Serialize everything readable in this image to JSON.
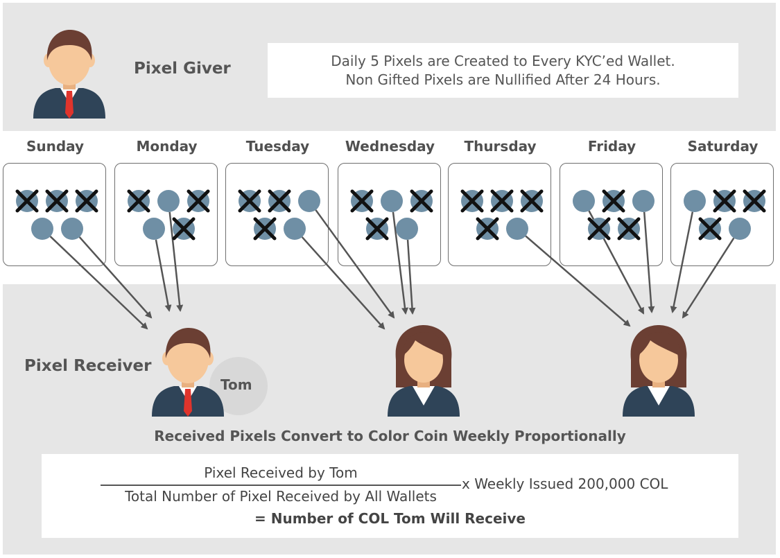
{
  "giver_label": "Pixel Giver",
  "receiver_label": "Pixel Receiver",
  "info": {
    "line1": "Daily 5 Pixels are Created to Every KYC’ed Wallet.",
    "line2": "Non Gifted Pixels are Nullified After 24 Hours."
  },
  "days": [
    {
      "name": "Sunday",
      "pixels": [
        "gifted-out",
        "gifted-out",
        "gifted-out",
        "kept",
        "kept"
      ]
    },
    {
      "name": "Monday",
      "pixels": [
        "gifted-out",
        "kept",
        "gifted-out",
        "kept",
        "gifted-out"
      ]
    },
    {
      "name": "Tuesday",
      "pixels": [
        "gifted-out",
        "gifted-out",
        "kept",
        "gifted-out",
        "kept"
      ]
    },
    {
      "name": "Wednesday",
      "pixels": [
        "gifted-out",
        "kept",
        "gifted-out",
        "gifted-out",
        "kept"
      ]
    },
    {
      "name": "Thursday",
      "pixels": [
        "gifted-out",
        "gifted-out",
        "gifted-out",
        "gifted-out",
        "kept"
      ]
    },
    {
      "name": "Friday",
      "pixels": [
        "kept",
        "gifted-out",
        "kept",
        "gifted-out",
        "gifted-out"
      ]
    },
    {
      "name": "Saturday",
      "pixels": [
        "kept",
        "gifted-out",
        "gifted-out",
        "gifted-out",
        "kept"
      ]
    }
  ],
  "receiver_name": "Tom",
  "convert_text": "Received Pixels Convert to Color Coin Weekly Proportionally",
  "formula": {
    "numerator": "Pixel Received by Tom",
    "denominator": "Total Number of Pixel Received by All Wallets",
    "multiplier": "x  Weekly Issued 200,000 COL",
    "result": "=  Number of COL Tom Will Receive"
  },
  "colors": {
    "pixel": "#6f8fa5",
    "cross": "#111111",
    "arrow": "#555555",
    "panel": "#e6e6e6",
    "suit": "#2f4458",
    "tie": "#e0342c",
    "hair": "#6b3f33",
    "skin": "#f6c89b"
  },
  "icons": [
    "man-avatar-icon",
    "woman-avatar-icon"
  ]
}
